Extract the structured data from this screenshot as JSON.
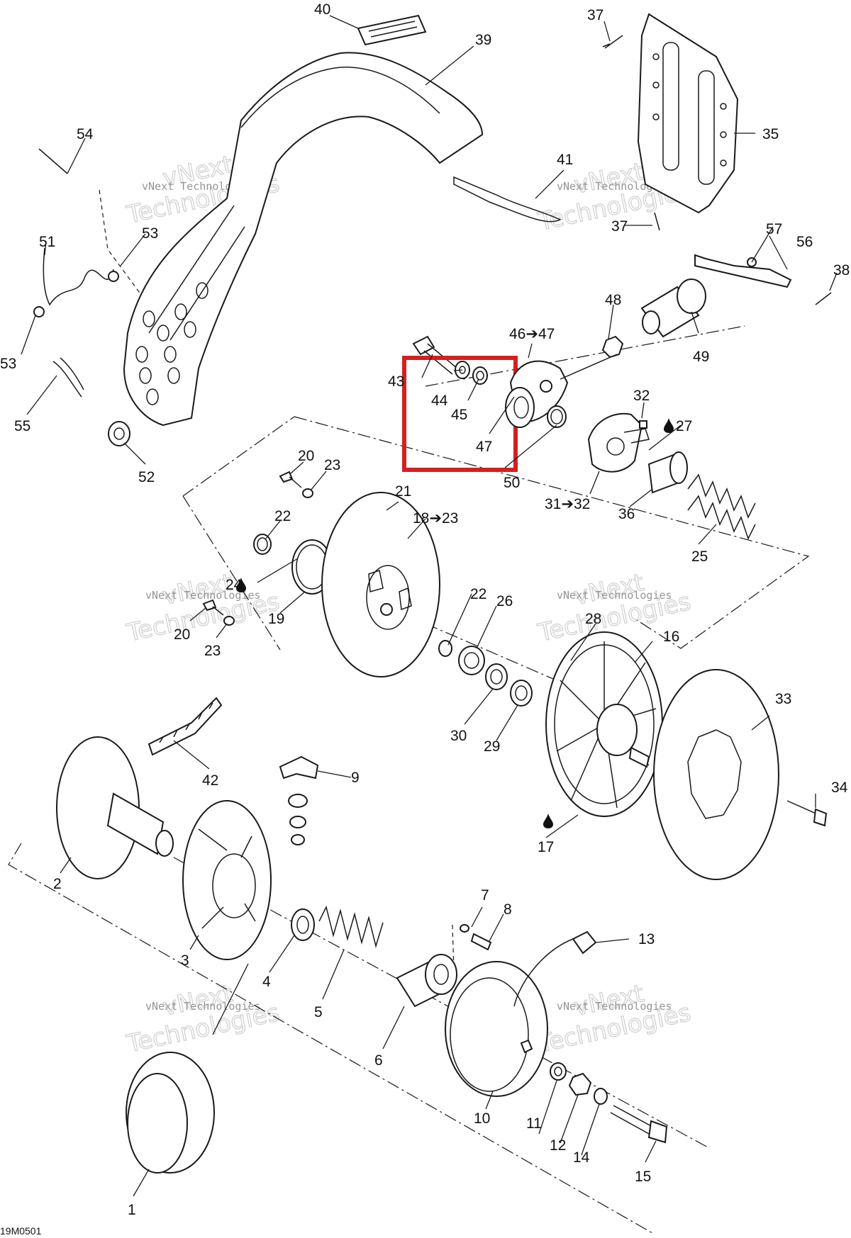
{
  "diagram": {
    "figure_code": "19M0501",
    "watermark_line1": "vNext Technologies",
    "watermark_line2": "vNext",
    "watermark_line3": "Technologies",
    "highlight_color": "#d42020",
    "highlighted_parts": [
      "44",
      "45",
      "47"
    ],
    "labels": {
      "p1": "1",
      "p2": "2",
      "p3": "3",
      "p4": "4",
      "p5": "5",
      "p6": "6",
      "p7": "7",
      "p8": "8",
      "p9": "9",
      "p10": "10",
      "p11": "11",
      "p12": "12",
      "p13": "13",
      "p14": "14",
      "p15": "15",
      "p16": "16",
      "p17": "17",
      "p18": "18➔23",
      "p19": "19",
      "p20a": "20",
      "p20b": "20",
      "p21": "21",
      "p22a": "22",
      "p22b": "22",
      "p23a": "23",
      "p23b": "23",
      "p24": "24",
      "p25": "25",
      "p26": "26",
      "p27": "27",
      "p28": "28",
      "p29": "29",
      "p30": "30",
      "p31": "31➔32",
      "p32": "32",
      "p33": "33",
      "p34": "34",
      "p35": "35",
      "p36": "36",
      "p37a": "37",
      "p37b": "37",
      "p38": "38",
      "p39": "39",
      "p40": "40",
      "p41": "41",
      "p42": "42",
      "p43": "43",
      "p44": "44",
      "p45": "45",
      "p46": "46➔47",
      "p47": "47",
      "p48": "48",
      "p49": "49",
      "p50": "50",
      "p51": "51",
      "p52": "52",
      "p53a": "53",
      "p53b": "53",
      "p54": "54",
      "p55": "55",
      "p56": "56",
      "p57": "57"
    },
    "lubricant_marks": [
      "17",
      "24",
      "27"
    ],
    "icons": [
      "drop-icon"
    ]
  }
}
